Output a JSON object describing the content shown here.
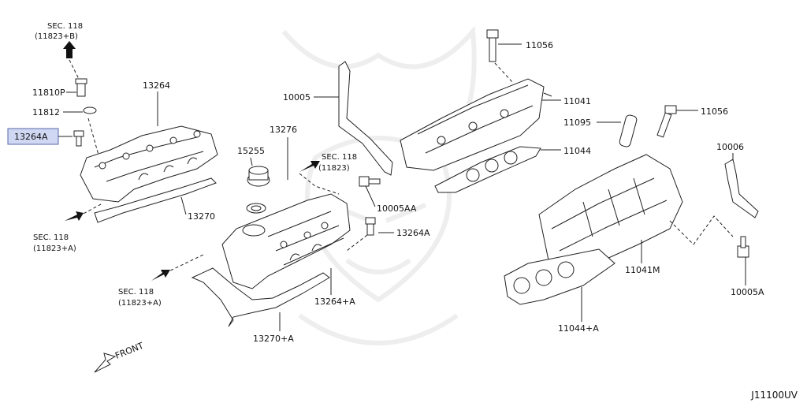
{
  "diagram_code": "J11100UV",
  "front_label": "FRONT",
  "labels": {
    "sec118_b_line1": "SEC. 118",
    "sec118_b_line2": "(11823+B)",
    "p11810P": "11810P",
    "p11812": "11812",
    "p13264A_highlight": "13264A",
    "p13264": "13264",
    "p13270": "13270",
    "sec118_a1_line1": "SEC. 118",
    "sec118_a1_line2": "(11823+A)",
    "p13276": "13276",
    "p15255": "15255",
    "sec118_c_line1": "SEC. 118",
    "sec118_c_line2": "(11823)",
    "p13264A_mid": "13264A",
    "sec118_a2_line1": "SEC. 118",
    "sec118_a2_line2": "(11823+A)",
    "p13264plusA": "13264+A",
    "p13270plusA": "13270+A",
    "p10005": "10005",
    "p10005AA": "10005AA",
    "p11056_top": "11056",
    "p11041": "11041",
    "p11044": "11044",
    "p11095": "11095",
    "p11056_right": "11056",
    "p10006": "10006",
    "p11041M": "11041M",
    "p10005A": "10005A",
    "p11044plusA": "11044+A"
  },
  "colors": {
    "highlight_fill": "#cfd7f2",
    "highlight_stroke": "#5a6aa8",
    "line": "#222222"
  }
}
